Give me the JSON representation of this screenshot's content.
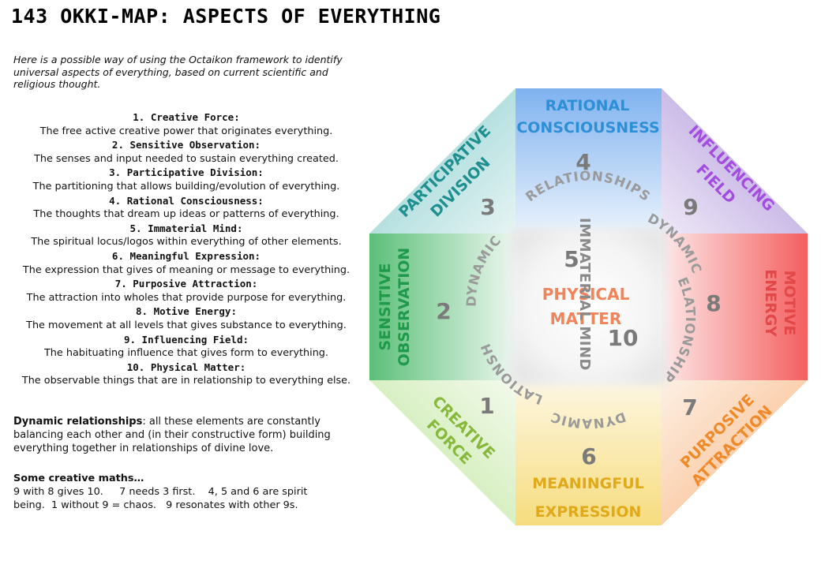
{
  "title": "143 OKKI-MAP:  ASPECTS OF EVERYTHING",
  "intro": "Here is a possible way of using the Octaikon framework to identify universal aspects of everything, based on current scientific and religious thought.",
  "aspects": [
    {
      "heading": "1. Creative Force:",
      "desc": "The free active creative power that originates everything."
    },
    {
      "heading": "2. Sensitive Observation:",
      "desc": "The senses and input needed to sustain everything created."
    },
    {
      "heading": "3. Participative Division:",
      "desc": "The partitioning that allows building/evolution of everything."
    },
    {
      "heading": "4. Rational Consciousness:",
      "desc": "The thoughts that dream up ideas or patterns of everything."
    },
    {
      "heading": "5. Immaterial Mind:",
      "desc": "The spiritual locus/logos within everything of other elements."
    },
    {
      "heading": "6. Meaningful Expression:",
      "desc": "The expression that gives of meaning or message to everything."
    },
    {
      "heading": "7. Purposive Attraction:",
      "desc": "The attraction into wholes that provide purpose for everything."
    },
    {
      "heading": "8. Motive Energy:",
      "desc": "The movement at all levels that gives substance to everything."
    },
    {
      "heading": "9. Influencing Field:",
      "desc": "The habituating influence that gives form to everything."
    },
    {
      "heading": "10. Physical Matter:",
      "desc": "The observable things that are in relationship to everything else."
    }
  ],
  "dynamic": {
    "term": "Dynamic relationships",
    "text": ": all these elements are constantly balancing each other and (in their constructive form) building everything together in relationships of divine love."
  },
  "maths": {
    "heading": "Some creative maths…",
    "line1": "9 with 8 gives 10.     7 needs 3 first.    4, 5 and 6 are spirit",
    "line2": "being.  1 without 9 = chaos.   9 resonates with other 9s."
  },
  "diagram": {
    "segments": {
      "rational_1": "RATIONAL",
      "rational_2": "CONSCIOUSNESS",
      "participative_1": "PARTICIPATIVE",
      "participative_2": "DIVISION",
      "influencing_1": "INFLUENCING",
      "influencing_2": "FIELD",
      "sensitive_1": "SENSITIVE",
      "sensitive_2": "OBSERVATION",
      "motive_1": "MOTIVE",
      "motive_2": "ENERGY",
      "creative_1": "CREATIVE",
      "creative_2": "FORCE",
      "meaningful_1": "MEANINGFUL",
      "meaningful_2": "EXPRESSION",
      "purposive_1": "PURPOSIVE",
      "purposive_2": "ATTRACTION"
    },
    "numbers": {
      "n1": "1",
      "n2": "2",
      "n3": "3",
      "n4": "4",
      "n5": "5",
      "n6": "6",
      "n7": "7",
      "n8": "8",
      "n9": "9",
      "n10": "10"
    },
    "center_1": "PHYSICAL",
    "center_2": "MATTER",
    "immaterial": "IMMATERIAL MIND",
    "circle_top": "RELATIONSHIPS",
    "circle_right_top": "DYNAMIC",
    "circle_right": "RELATIONSHIPS",
    "circle_bottom": "DYNAMIC",
    "circle_bottom_left": "RELATIONSHIPS",
    "circle_left": "DYNAMIC",
    "colors": {
      "blue": "#7fb2ef",
      "teal": "#8ccfcf",
      "purple": "#b8a2dd",
      "green": "#6fc78a",
      "red": "#f56b6b",
      "lime": "#c4e8a2",
      "yellow": "#f7e08a",
      "orange": "#f9bd8a"
    }
  }
}
